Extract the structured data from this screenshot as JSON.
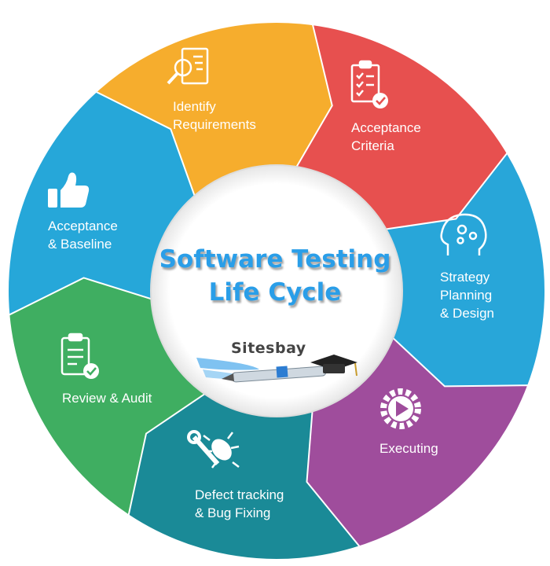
{
  "center": {
    "title_line1": "Software Testing",
    "title_line2": "Life Cycle",
    "logo_text": "Sitesbay",
    "title_color": "#2a9ee8"
  },
  "stages": [
    {
      "line1": "Identify",
      "line2": "Requirements",
      "line3": "",
      "color": "#f6ad2d",
      "icon": "document-search-icon"
    },
    {
      "line1": "Acceptance",
      "line2": "Criteria",
      "line3": "",
      "color": "#e7504f",
      "icon": "checklist-icon"
    },
    {
      "line1": "Strategy",
      "line2": "Planning",
      "line3": "& Design",
      "color": "#28a6d9",
      "icon": "brain-gears-icon"
    },
    {
      "line1": "Executing",
      "line2": "",
      "line3": "",
      "color": "#9f4d9c",
      "icon": "gear-play-icon"
    },
    {
      "line1": "Defect tracking",
      "line2": "& Bug Fixing",
      "line3": "",
      "color": "#1a8a97",
      "icon": "bug-wrench-icon"
    },
    {
      "line1": "Review & Audit",
      "line2": "",
      "line3": "",
      "color": "#3fae61",
      "icon": "clipboard-check-icon"
    },
    {
      "line1": "Acceptance",
      "line2": "& Baseline",
      "line3": "",
      "color": "#26a7d9",
      "icon": "thumbs-up-icon"
    }
  ]
}
